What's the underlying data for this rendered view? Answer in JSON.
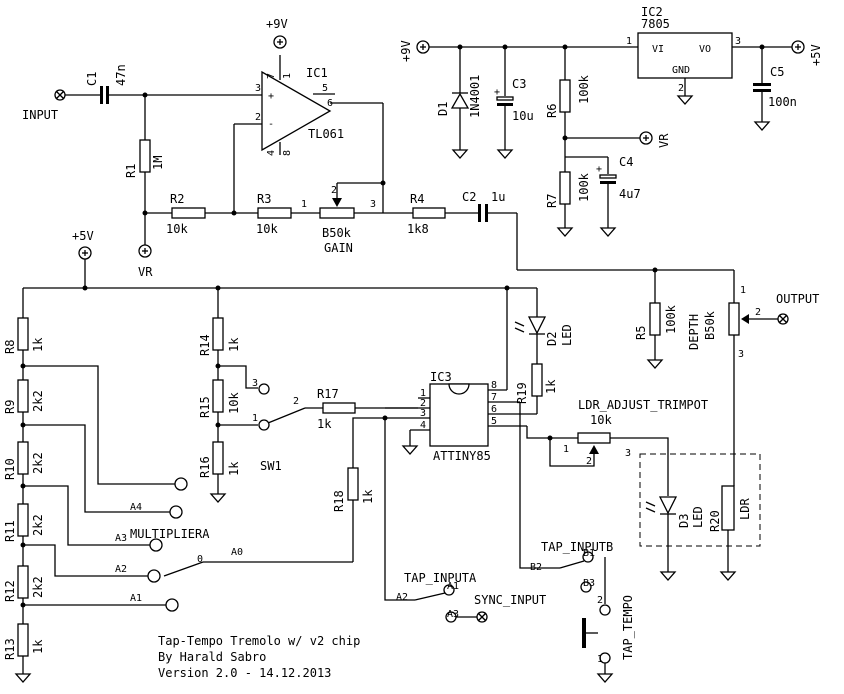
{
  "labels": {
    "input": "INPUT",
    "output": "OUTPUT",
    "c1": "C1",
    "c1v": "47n",
    "c2": "C2",
    "c2v": "1u",
    "c3": "C3",
    "c3v": "10u",
    "c4": "C4",
    "c4v": "4u7",
    "c5": "C5",
    "c5v": "100n",
    "ic1": "IC1",
    "ic1p": "TL061",
    "ic2": "IC2",
    "ic2p": "7805",
    "ic2vi": "VI",
    "ic2vo": "VO",
    "ic2gnd": "GND",
    "ic3": "IC3",
    "ic3p": "ATTINY85",
    "d1": "D1",
    "d1p": "1N4001",
    "d2": "D2",
    "d2p": "LED",
    "d3": "D3",
    "d3p": "LED",
    "r1": "R1",
    "r1v": "1M",
    "r2": "R2",
    "r2v": "10k",
    "r3": "R3",
    "r3v": "10k",
    "r4": "R4",
    "r4v": "1k8",
    "r5": "R5",
    "r5v": "100k",
    "r6": "R6",
    "r6v": "100k",
    "r7": "R7",
    "r7v": "100k",
    "r8": "R8",
    "r8v": "1k",
    "r9": "R9",
    "r9v": "2k2",
    "r10": "R10",
    "r10v": "2k2",
    "r11": "R11",
    "r11v": "2k2",
    "r12": "R12",
    "r12v": "2k2",
    "r13": "R13",
    "r13v": "1k",
    "r14": "R14",
    "r14v": "1k",
    "r15": "R15",
    "r15v": "10k",
    "r16": "R16",
    "r16v": "1k",
    "r17": "R17",
    "r17v": "1k",
    "r18": "R18",
    "r18v": "1k",
    "r19": "R19",
    "r19v": "1k",
    "r20": "R20",
    "r20p": "LDR",
    "gainpot": "B50k",
    "gain": "GAIN",
    "depth": "DEPTH",
    "depthv": "B50k",
    "ldrtrim": "LDR_ADJUST_TRIMPOT",
    "ldrtrimv": "10k",
    "sw1": "SW1",
    "multipliera": "MULTIPLIERA",
    "tapinputa": "TAP_INPUTA",
    "tapinputb": "TAP_INPUTB",
    "syncinput": "SYNC_INPUT",
    "taptempo": "TAP_TEMPO",
    "p9v": "+9V",
    "p5v": "+5V",
    "vr": "VR",
    "a0": "A0",
    "a1": "A1",
    "a2": "A2",
    "a3": "A3",
    "a4": "A4",
    "b1": "B1",
    "b2": "B2",
    "b3": "B3",
    "title1": "Tap-Tempo Tremolo w/ v2 chip",
    "title2": "By Harald Sabro",
    "title3": "Version 2.0 - 14.12.2013"
  }
}
